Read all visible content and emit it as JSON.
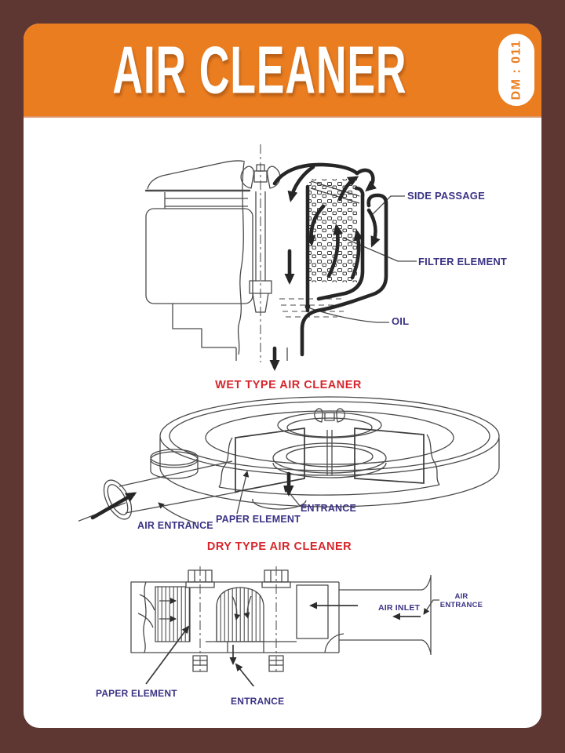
{
  "header": {
    "title": "AIR CLEANER",
    "code_badge": "DM : 011"
  },
  "colors": {
    "frame_brown": "#5e3632",
    "accent_orange": "#ea7d20",
    "label_navy": "#3a3384",
    "caption_red": "#d6262c",
    "card_white": "#ffffff"
  },
  "wet": {
    "caption": "WET TYPE AIR CLEANER",
    "labels": {
      "side_passage": "SIDE PASSAGE",
      "filter_element": "FILTER ELEMENT",
      "oil": "OIL"
    }
  },
  "dry": {
    "caption": "DRY TYPE AIR CLEANER",
    "labels": {
      "air_entrance": "AIR ENTRANCE",
      "paper_element": "PAPER ELEMENT",
      "entrance": "ENTRANCE"
    }
  },
  "section": {
    "labels": {
      "paper_element": "PAPER ELEMENT",
      "entrance": "ENTRANCE",
      "air_inlet": "AIR INLET",
      "air_entrance_line1": "AIR",
      "air_entrance_line2": "ENTRANCE"
    }
  }
}
